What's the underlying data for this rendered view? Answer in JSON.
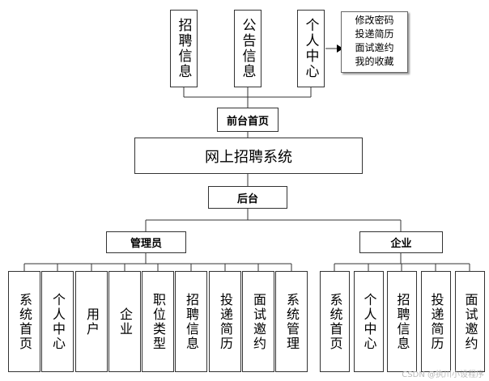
{
  "top_modules": [
    "招聘信息",
    "公告信息",
    "个人中心"
  ],
  "note_lines": "修改密码\n投递简历\n面试邀约\n我的收藏",
  "front_home": "前台首页",
  "system_name": "网上招聘系统",
  "backend": "后台",
  "admin": {
    "label": "管理员",
    "modules": [
      "系统首页",
      "个人中心",
      "用户",
      "企业",
      "职位类型",
      "招聘信息",
      "投递简历",
      "面试邀约",
      "系统管理"
    ]
  },
  "company": {
    "label": "企业",
    "modules": [
      "系统首页",
      "个人中心",
      "招聘信息",
      "投递简历",
      "面试邀约"
    ]
  },
  "watermark": "CSDN @执川小设程序"
}
